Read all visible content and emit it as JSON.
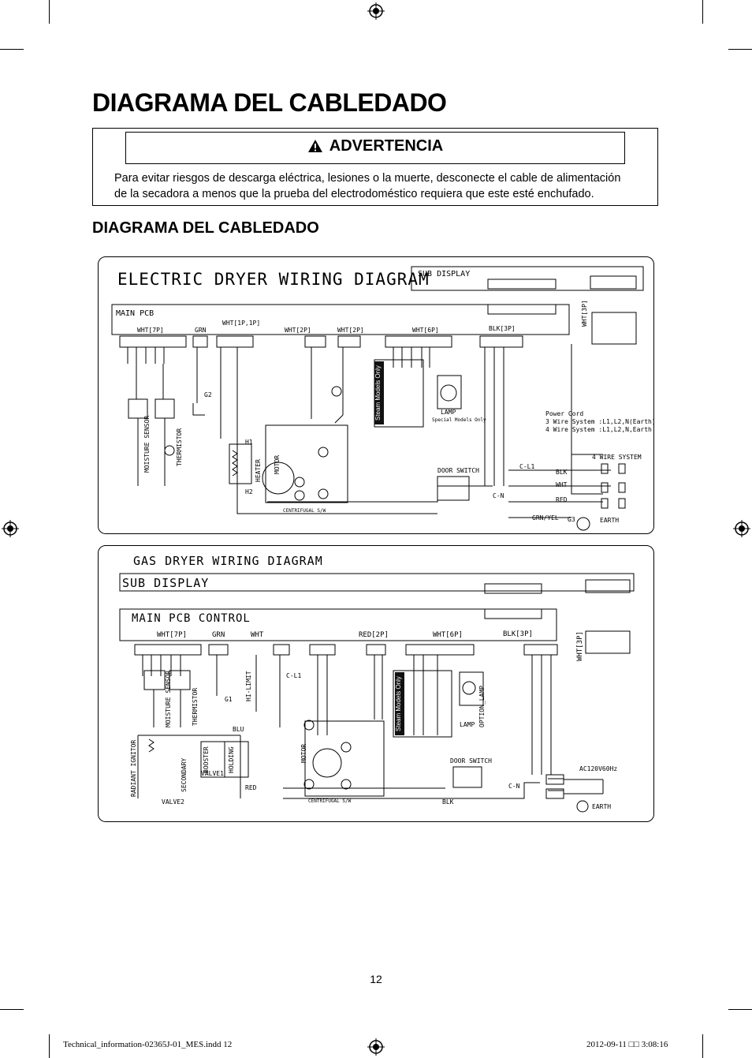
{
  "page": {
    "title": "DIAGRAMA DEL CABLEDADO",
    "subtitle": "DIAGRAMA DEL CABLEDADO",
    "page_number": "12",
    "footer_left": "Technical_information-02365J-01_MES.indd   12",
    "footer_right": "2012-09-11   □□ 3:08:16"
  },
  "warning": {
    "heading": "ADVERTENCIA",
    "text": "Para evitar riesgos de descarga eléctrica, lesiones o la muerte, desconecte el cable de alimentación de la secadora a menos que la prueba del electrodoméstico requiera que este esté enchufado.",
    "icon": "warning-triangle-icon"
  },
  "electric": {
    "title": "ELECTRIC DRYER WIRING DIAGRAM",
    "sub_display": "SUB DISPLAY",
    "main_pcb": "MAIN PCB",
    "labels": {
      "wht7p": "WHT[7P]",
      "grn": "GRN",
      "wht1p1p": "WHT[1P,1P]",
      "wht2p_a": "WHT[2P]",
      "wht2p_b": "WHT[2P]",
      "wht6p": "WHT[6P]",
      "blk3p": "BLK[3P]",
      "wht3p": "WHT[3P]",
      "moisture": "MOISTURE SENSOR",
      "thermistor": "THERMISTOR",
      "heater": "HEATER",
      "motor": "MOTOR",
      "lamp": "LAMP",
      "special": "Special Models Only",
      "steam": "Steam Models Only",
      "door_switch": "DOOR SWITCH",
      "centrifugal": "CENTRIFUGAL S/W",
      "power_cord": "Power Cord",
      "wire3": "3 Wire System :L1,L2,N(Earth)",
      "wire4": "4 Wire System :L1,L2,N,Earth",
      "four_wire": "4 WIRE SYSTEM",
      "earth": "EARTH",
      "cl1": "C-L1",
      "cn": "C-N",
      "grnyel": "GRN/YEL",
      "blk": "BLK",
      "wht": "WHT",
      "red": "RED",
      "g2": "G2",
      "g3": "G3",
      "h1": "H1",
      "h2": "H2"
    }
  },
  "gas": {
    "title": "GAS DRYER WIRING DIAGRAM",
    "sub_display": "SUB DISPLAY",
    "main_pcb": "MAIN PCB CONTROL",
    "labels": {
      "wht7p": "WHT[7P]",
      "grn": "GRN",
      "wht": "WHT",
      "red2p": "RED[2P]",
      "wht6p": "WHT[6P]",
      "blk3p": "BLK[3P]",
      "wht3p": "WHT[3P]",
      "moisture": "MOISTURE SENSOR",
      "thermistor": "THERMISTOR",
      "hilimit": "HI-LIMIT",
      "radiant": "RADIANT IGNITOR",
      "booster": "BOOSTER",
      "holding": "HOLDING",
      "valve1": "VALVE1",
      "valve2": "VALVE2",
      "secondary": "SECONDARY",
      "motor": "MOTOR",
      "lamp": "LAMP",
      "option_lamp": "OPTION_LAMP",
      "steam": "Steam Models Only",
      "door_switch": "DOOR SWITCH",
      "centrifugal": "CENTRIFUGAL S/W",
      "ac": "AC120V60Hz",
      "earth": "EARTH",
      "cl1": "C-L1",
      "cn": "C-N",
      "blu": "BLU",
      "blk": "BLK",
      "red": "RED",
      "g1": "G1"
    }
  }
}
